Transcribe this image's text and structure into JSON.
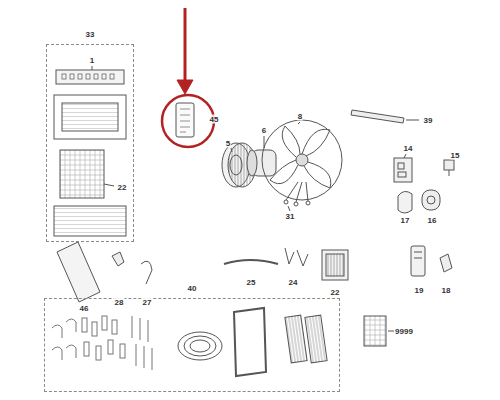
{
  "diagram": {
    "nodes": [
      {
        "text": [
          "33"
        ]
      },
      {
        "text": [
          "40"
        ]
      }
    ],
    "labels": [
      "1",
      "22",
      "45",
      "5",
      "6",
      "8",
      "39",
      "14",
      "15",
      "17",
      "16",
      "31",
      "46",
      "28",
      "27",
      "25",
      "24",
      "22",
      "19",
      "18",
      "9999"
    ]
  }
}
